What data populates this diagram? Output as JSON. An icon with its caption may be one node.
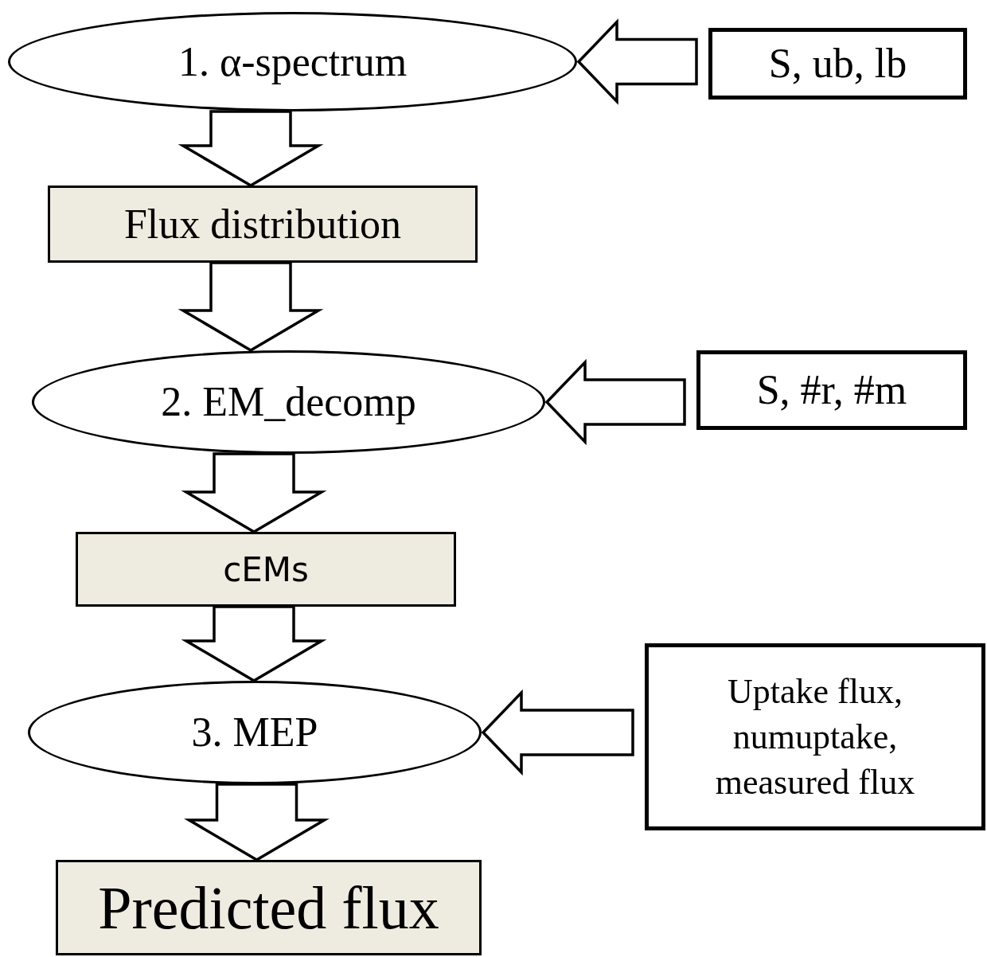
{
  "diagram": {
    "nodes": [
      {
        "text": [
          "1. α-spectrum"
        ]
      },
      {
        "text": [
          "S, ub, lb"
        ]
      },
      {
        "text": [
          "Flux distribution"
        ]
      },
      {
        "text": [
          "2. EM_decomp"
        ]
      },
      {
        "text": [
          "S, #r, #m"
        ]
      },
      {
        "text": [
          "cEMs"
        ]
      },
      {
        "text": [
          "3. MEP"
        ]
      },
      {
        "text": [
          "Uptake flux, numuptake, measured flux"
        ]
      },
      {
        "text": [
          "Predicted flux"
        ]
      }
    ],
    "edges": [
      {
        "from": 1,
        "to": 0,
        "arrow": "to"
      },
      {
        "from": 0,
        "to": 2,
        "arrow": "to"
      },
      {
        "from": 2,
        "to": 3,
        "arrow": "to"
      },
      {
        "from": 4,
        "to": 3,
        "arrow": "to"
      },
      {
        "from": 3,
        "to": 5,
        "arrow": "to"
      },
      {
        "from": 5,
        "to": 6,
        "arrow": "to"
      },
      {
        "from": 7,
        "to": 6,
        "arrow": "to"
      },
      {
        "from": 6,
        "to": 8,
        "arrow": "to"
      }
    ]
  }
}
